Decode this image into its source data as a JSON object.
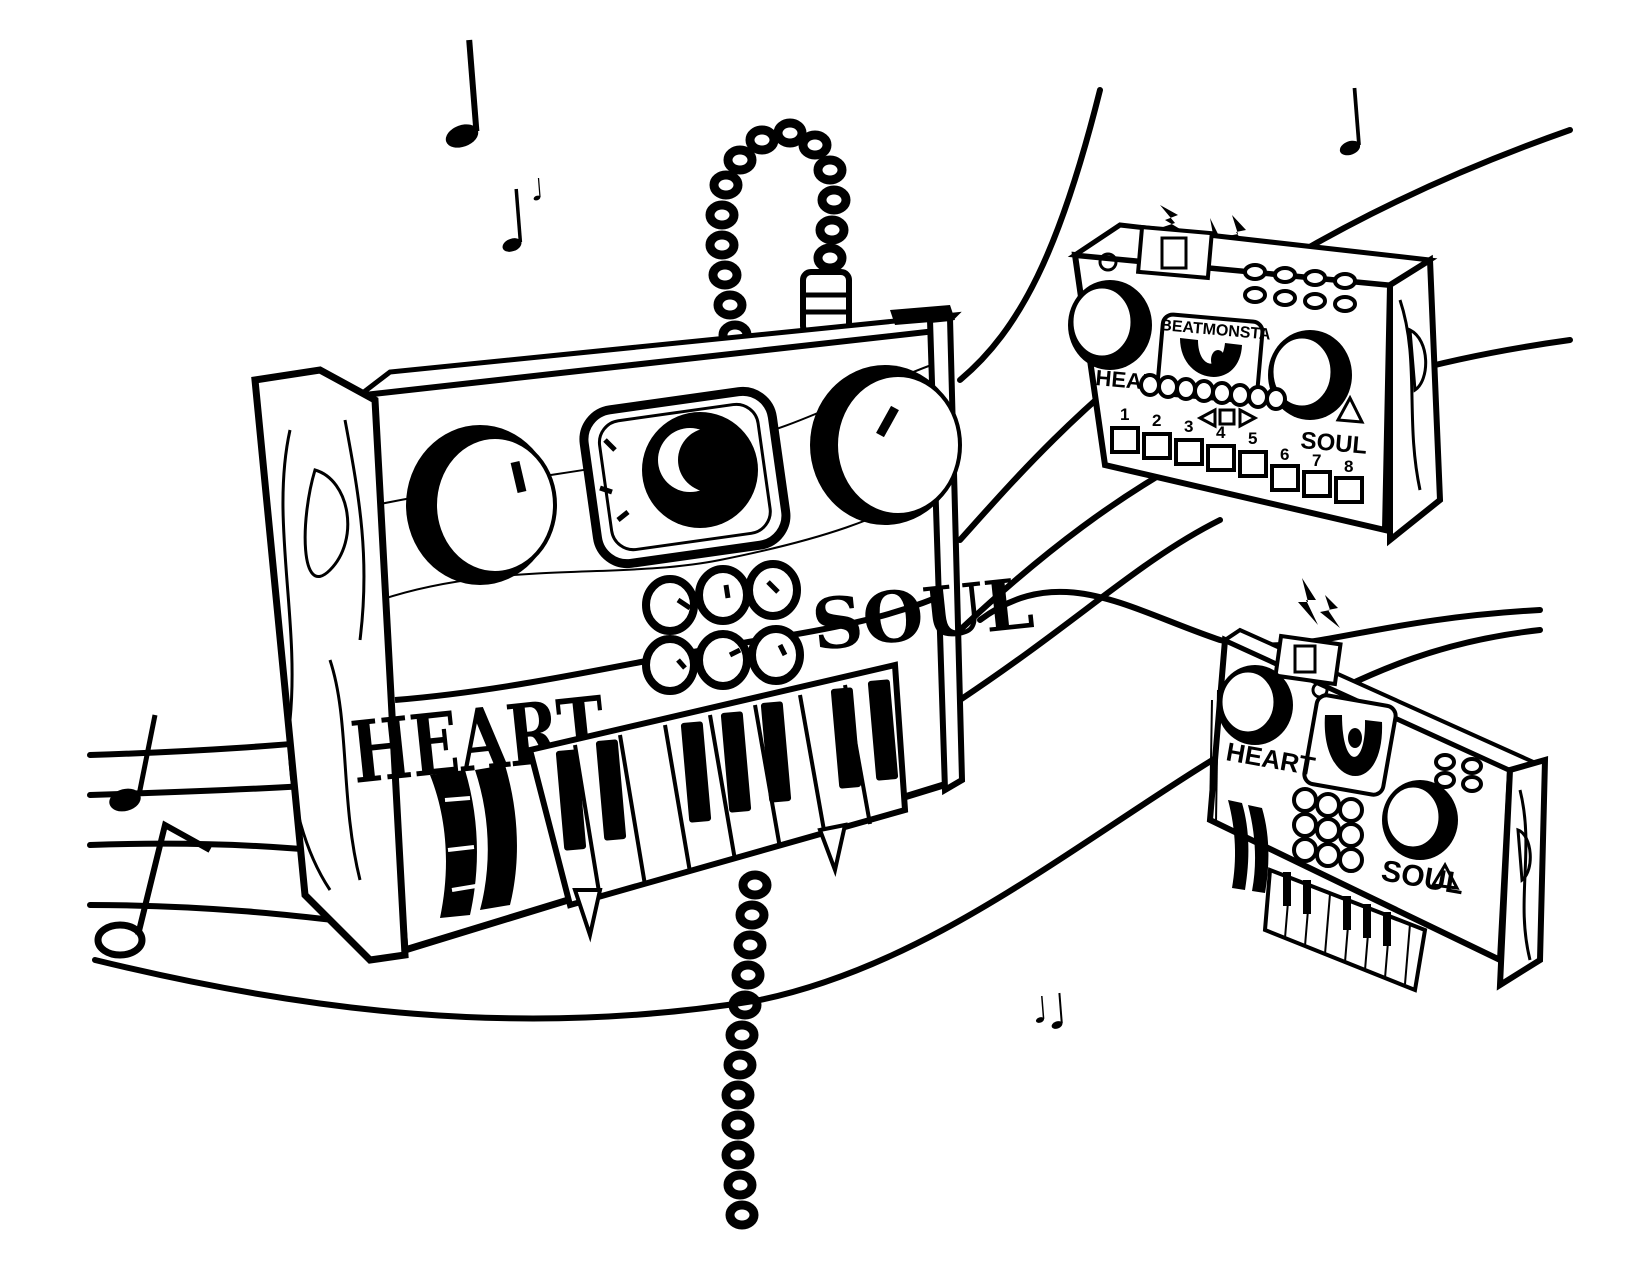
{
  "colors": {
    "ink": "#000000",
    "paper": "#ffffff"
  },
  "main_synth": {
    "label_left": "HEART",
    "label_right": "SOUL"
  },
  "beatmonsta_top": {
    "brand": "BEATMONSTA",
    "label_left": "HEAR",
    "label_right": "SOUL",
    "steps": [
      "1",
      "2",
      "3",
      "4",
      "5",
      "6",
      "7",
      "8"
    ]
  },
  "beatmonsta_bottom": {
    "label_left": "HEART",
    "label_right": "SOUL"
  },
  "icons": [
    "music-note-icon",
    "lightning-icon",
    "power-icon",
    "play-icon",
    "triangle-icon"
  ]
}
